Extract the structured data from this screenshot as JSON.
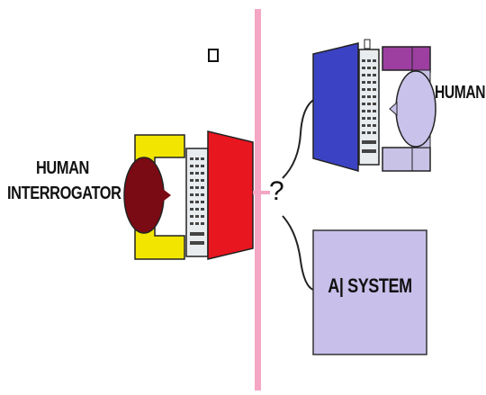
{
  "labels": {
    "human_interrogator_line1": "HUMAN",
    "human_interrogator_line2": "INTERROGATOR",
    "human": "HUMAN",
    "question": "?",
    "ai_system": "A| SYSTEM"
  },
  "colors": {
    "divider": "#f4a6c4",
    "interrogator_chair": "#f2e600",
    "interrogator_head": "#7a0a14",
    "interrogator_terminal": "#e8161f",
    "human_chair_top": "#9c3fa0",
    "human_chair_bottom": "#c8c2e6",
    "human_head": "#c9c2ea",
    "human_terminal": "#3b43c4",
    "ai_box": "#c8c0ea",
    "keyboard": "#e9ecef",
    "line": "#222222"
  },
  "icons": [
    "small-square-icon"
  ]
}
